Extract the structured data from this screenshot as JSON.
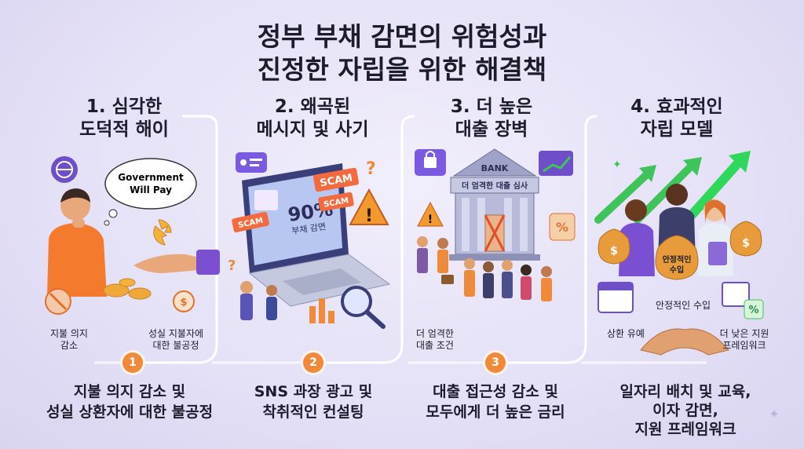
{
  "title": {
    "line1": "정부 부채 감면의 위험성과",
    "line2": "진정한 자립을 위한 해결책"
  },
  "colors": {
    "accent": "#f08a3b",
    "purple": "#6f4fc9",
    "green": "#3ec45a"
  },
  "columns": [
    {
      "title1": "1. 심각한",
      "title2": "도덕적 해이",
      "bubble1": "Government",
      "bubble2": "Will Pay",
      "label_a1": "지불 의지",
      "label_a2": "감소",
      "label_b1": "성실 지불자에",
      "label_b2": "대한 불공정",
      "number": "1",
      "desc1": "지불 의지 감소 및",
      "desc2": "성실 상환자에 대한 불공정"
    },
    {
      "title1": "2. 왜곡된",
      "title2": "메시지 및 사기",
      "screen_big": "90%",
      "screen_small": "부채 감면",
      "scam": "SCAM",
      "number": "2",
      "desc1": "SNS 과장 광고 및",
      "desc2": "착취적인 컨설팅"
    },
    {
      "title1": "3. 더 높은",
      "title2": "대출 장벽",
      "bank": "BANK",
      "bank_sign": "더 엄격한 대출 심사",
      "percent": "%",
      "label_a1": "더 엄격한",
      "label_a2": "대출 조건",
      "number": "3",
      "desc1": "대출 접근성 감소 및",
      "desc2": "모두에게 더 높은 금리"
    },
    {
      "title1": "4. 효과적인",
      "title2": "자립 모델",
      "bag_label1": "안정적인",
      "bag_label2": "수입",
      "label_income": "안정적인 수입",
      "label_a": "상환 유예",
      "label_b1": "더 낮은 지원",
      "label_b2": "프레임워크",
      "percent": "%",
      "desc1": "일자리 배치 및 교육,",
      "desc2": "이자 감면,",
      "desc3": "지원 프레임워크"
    }
  ]
}
